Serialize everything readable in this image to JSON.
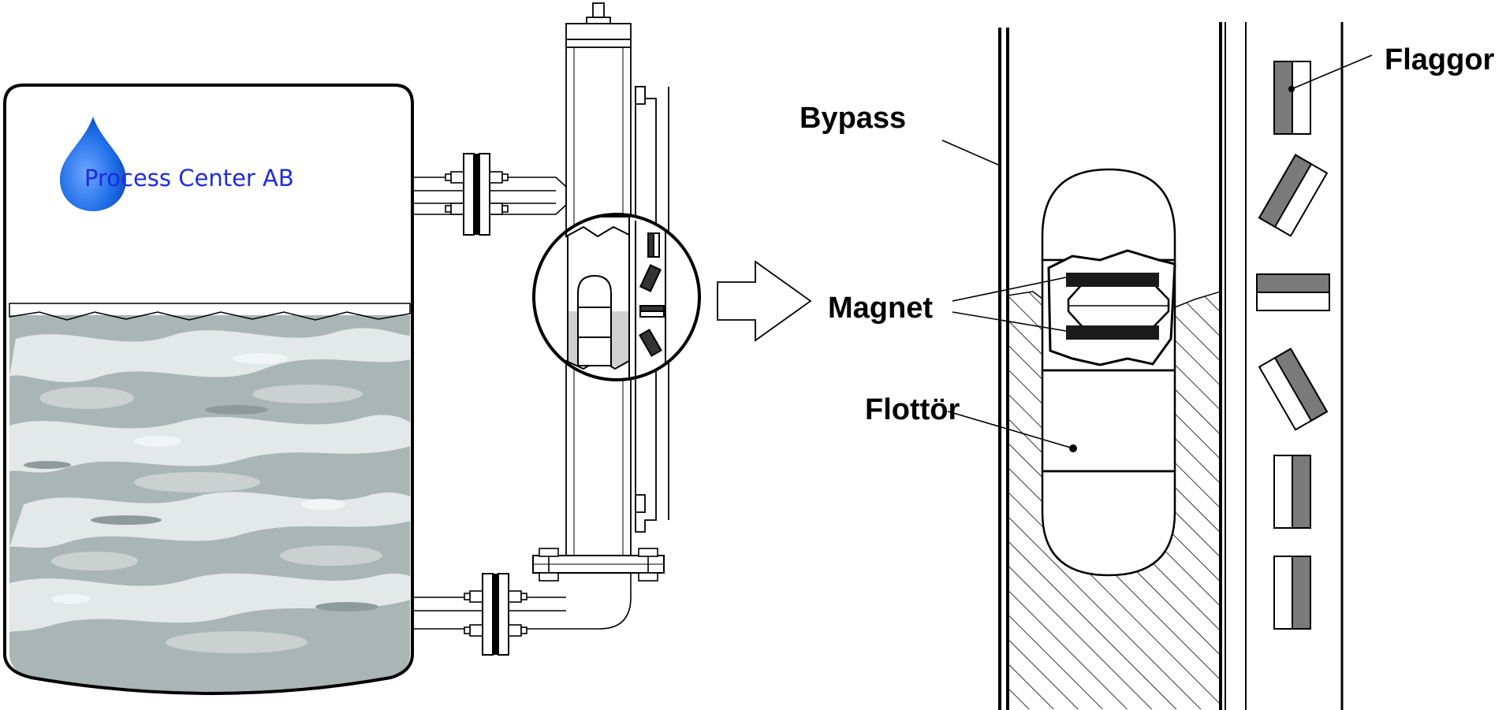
{
  "logo": {
    "company": "Process Center AB",
    "icon": "water-drop-icon",
    "color": "#1f2be0"
  },
  "labels": {
    "bypass": "Bypass",
    "magnet": "Magnet",
    "float": "Flottör",
    "flags": "Flaggor"
  },
  "colors": {
    "liquid_dark": "#9aa6a6",
    "liquid_light": "#dde3e3",
    "flag_gray": "#7a7a7a",
    "magnet": "#1a1a1a"
  },
  "flags": [
    {
      "dark_side": "left"
    },
    {
      "dark_side": "left",
      "tilt": "tilted"
    },
    {
      "dark_side": "top",
      "tilt": "horizontal"
    },
    {
      "dark_side": "right",
      "tilt": "tilted"
    },
    {
      "dark_side": "right"
    },
    {
      "dark_side": "right"
    }
  ]
}
